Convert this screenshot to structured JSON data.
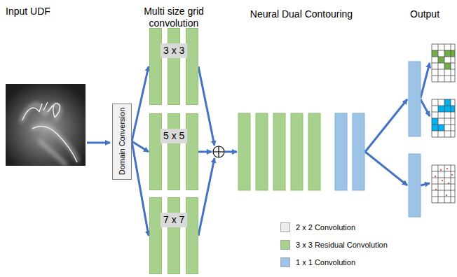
{
  "diagram": {
    "nodes": [
      {
        "text": [
          "Domain Conversion"
        ]
      },
      {
        "text": [
          "3 x 3"
        ]
      },
      {
        "text": [
          "5 x 5"
        ]
      },
      {
        "text": [
          "7 x 7"
        ]
      }
    ],
    "edges": [
      {
        "from": 0,
        "to": 1,
        "arrow": "to"
      },
      {
        "from": 0,
        "to": 2,
        "arrow": "to"
      },
      {
        "from": 0,
        "to": 3,
        "arrow": "to"
      }
    ],
    "labels": [
      "Input UDF",
      "Multi size grid convolution",
      "Neural Dual Contouring",
      "Output"
    ],
    "legend": [
      {
        "text": "2 x 2 Convolution",
        "color": "#ececec"
      },
      {
        "text": "3 x 3 Residual Convolution",
        "color": "#a9d18e"
      },
      {
        "text": "1 x 1 Convolution",
        "color": "#9dc3e6"
      }
    ]
  }
}
